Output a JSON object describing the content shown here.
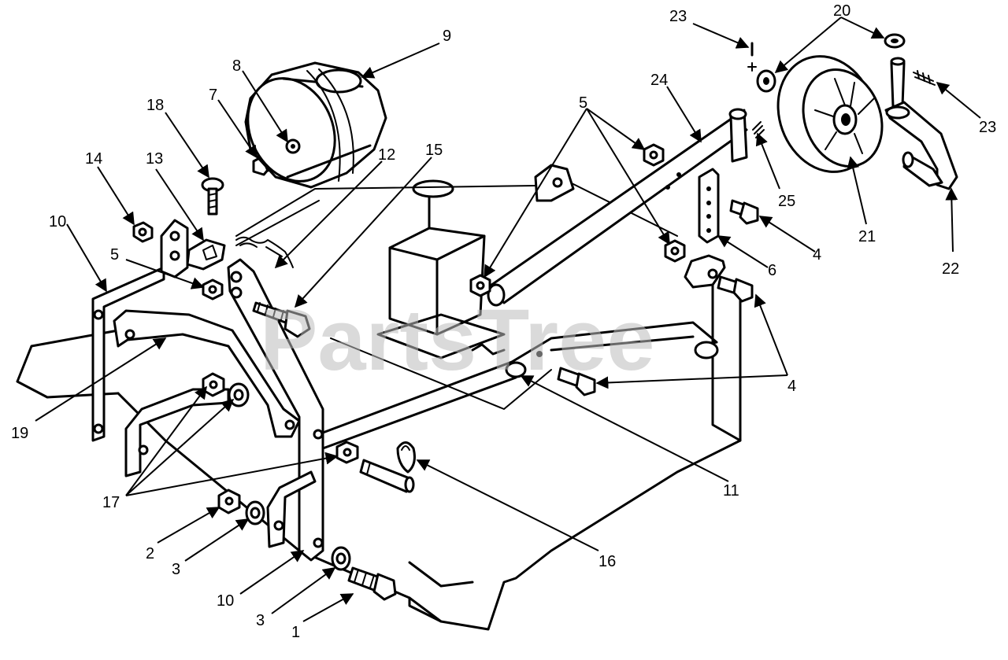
{
  "watermark": "PartsTree",
  "callouts": [
    {
      "id": "c1",
      "label": "1"
    },
    {
      "id": "c2",
      "label": "2"
    },
    {
      "id": "c3a",
      "label": "3"
    },
    {
      "id": "c3b",
      "label": "3"
    },
    {
      "id": "c4a",
      "label": "4"
    },
    {
      "id": "c4b",
      "label": "4"
    },
    {
      "id": "c5a",
      "label": "5"
    },
    {
      "id": "c5b",
      "label": "5"
    },
    {
      "id": "c6",
      "label": "6"
    },
    {
      "id": "c7",
      "label": "7"
    },
    {
      "id": "c8",
      "label": "8"
    },
    {
      "id": "c9",
      "label": "9"
    },
    {
      "id": "c10a",
      "label": "10"
    },
    {
      "id": "c10b",
      "label": "10"
    },
    {
      "id": "c11",
      "label": "11"
    },
    {
      "id": "c12",
      "label": "12"
    },
    {
      "id": "c13",
      "label": "13"
    },
    {
      "id": "c14",
      "label": "14"
    },
    {
      "id": "c15",
      "label": "15"
    },
    {
      "id": "c16",
      "label": "16"
    },
    {
      "id": "c17",
      "label": "17"
    },
    {
      "id": "c18",
      "label": "18"
    },
    {
      "id": "c19",
      "label": "19"
    },
    {
      "id": "c20",
      "label": "20"
    },
    {
      "id": "c21",
      "label": "21"
    },
    {
      "id": "c22",
      "label": "22"
    },
    {
      "id": "c23a",
      "label": "23"
    },
    {
      "id": "c23b",
      "label": "23"
    },
    {
      "id": "c24",
      "label": "24"
    },
    {
      "id": "c25",
      "label": "25"
    }
  ]
}
